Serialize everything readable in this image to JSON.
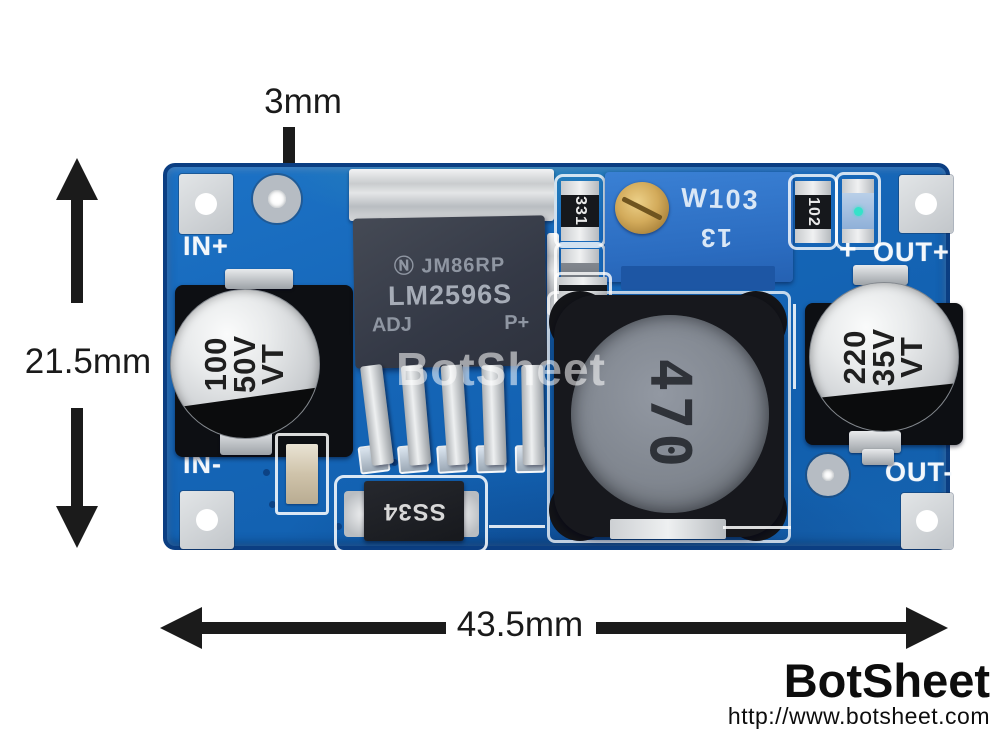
{
  "annotations": {
    "hole_diameter": "3mm",
    "board_height": "21.5mm",
    "board_width": "43.5mm"
  },
  "watermark": {
    "text": "BotSheet"
  },
  "branding": {
    "name": "BotSheet",
    "url": "http://www.botsheet.com"
  },
  "pcb": {
    "labels": {
      "in_plus": "IN+",
      "in_minus": "IN-",
      "out_plus": "OUT+",
      "out_minus": "OUT-",
      "polarity_plus": "+"
    },
    "ic": {
      "logo": "Ⓝ",
      "line1": "JM86RP",
      "line2": "LM2596S",
      "line3_left": "ADJ",
      "line3_right": "P+"
    },
    "trimpot": {
      "top_marking": "W103",
      "bottom_marking": "13"
    },
    "inductor": {
      "value": "470"
    },
    "diode": {
      "value": "SS34"
    },
    "input_cap": {
      "capacitance": "100",
      "voltage": "50V",
      "series": "VT"
    },
    "output_cap": {
      "capacitance": "220",
      "voltage": "35V",
      "series": "VT"
    },
    "smd_resistor_left": {
      "value": "331"
    },
    "smd_resistor_right": {
      "value": "102"
    },
    "colors": {
      "pcb_blue": "#1565b6",
      "trimpot_blue": "#2e74c9",
      "silkscreen": "#f3f7fb",
      "annotation_black": "#1b1b1b",
      "brand_black": "#0d0d0d"
    }
  }
}
